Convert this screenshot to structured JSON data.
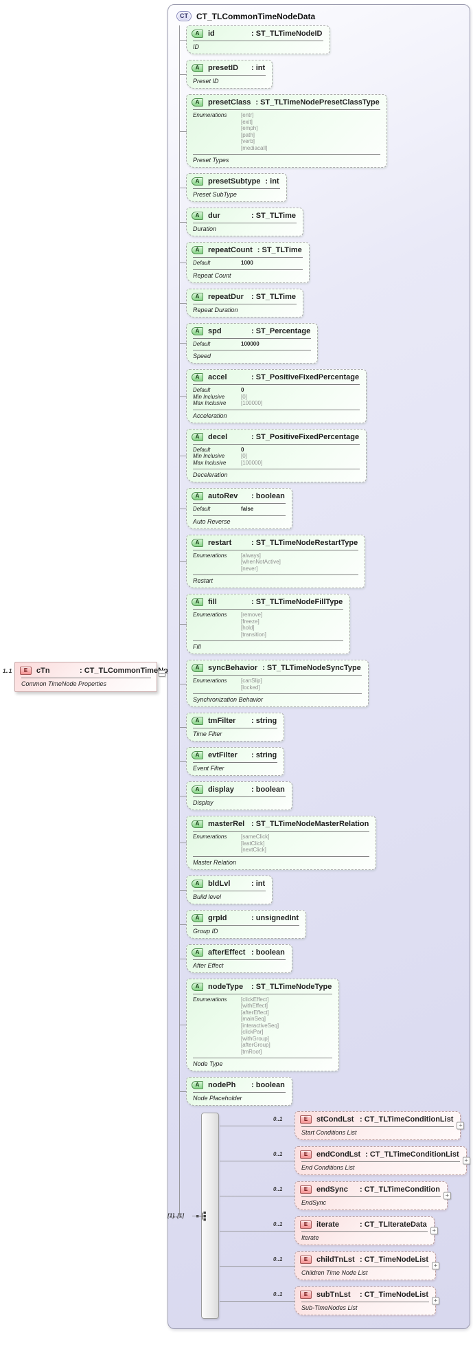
{
  "diagram": {
    "container": {
      "badge": "CT",
      "title": "CT_TLCommonTimeNodeData"
    },
    "left_element": {
      "badge": "E",
      "cardinality": "1..1",
      "name": "cTn",
      "type": ": CT_TLCommonTimeNodeData",
      "description": "Common TimeNode Properties",
      "collapse_glyph": "−"
    },
    "sequence": {
      "cardinality": "[1]..[1]"
    },
    "fact_labels": {
      "default": "Default",
      "enumerations": "Enumerations",
      "min_inclusive": "Min Inclusive",
      "max_inclusive": "Max Inclusive"
    },
    "attributes": [
      {
        "badge": "A",
        "name": "id",
        "type": ": ST_TLTimeNodeID",
        "description": "ID",
        "facts": []
      },
      {
        "badge": "A",
        "name": "presetID",
        "type": ": int",
        "description": "Preset ID",
        "facts": []
      },
      {
        "badge": "A",
        "name": "presetClass",
        "type": ": ST_TLTimeNodePresetClassType",
        "description": "Preset Types",
        "facts": [
          {
            "label": "Enumerations",
            "muted": true,
            "values": [
              "[entr]",
              "[exit]",
              "[emph]",
              "[path]",
              "[verb]",
              "[mediacall]"
            ]
          }
        ]
      },
      {
        "badge": "A",
        "name": "presetSubtype",
        "type": ": int",
        "description": "Preset SubType",
        "facts": []
      },
      {
        "badge": "A",
        "name": "dur",
        "type": ": ST_TLTime",
        "description": "Duration",
        "facts": []
      },
      {
        "badge": "A",
        "name": "repeatCount",
        "type": ": ST_TLTime",
        "description": "Repeat Count",
        "facts": [
          {
            "label": "Default",
            "muted": false,
            "values": [
              "1000"
            ]
          }
        ]
      },
      {
        "badge": "A",
        "name": "repeatDur",
        "type": ": ST_TLTime",
        "description": "Repeat Duration",
        "facts": []
      },
      {
        "badge": "A",
        "name": "spd",
        "type": ": ST_Percentage",
        "description": "Speed",
        "facts": [
          {
            "label": "Default",
            "muted": false,
            "values": [
              "100000"
            ]
          }
        ]
      },
      {
        "badge": "A",
        "name": "accel",
        "type": ": ST_PositiveFixedPercentage",
        "description": "Acceleration",
        "facts": [
          {
            "label": "Default",
            "muted": false,
            "values": [
              "0"
            ]
          },
          {
            "label": "Min Inclusive",
            "muted": true,
            "values": [
              "[0]"
            ]
          },
          {
            "label": "Max Inclusive",
            "muted": true,
            "values": [
              "[100000]"
            ]
          }
        ]
      },
      {
        "badge": "A",
        "name": "decel",
        "type": ": ST_PositiveFixedPercentage",
        "description": "Deceleration",
        "facts": [
          {
            "label": "Default",
            "muted": false,
            "values": [
              "0"
            ]
          },
          {
            "label": "Min Inclusive",
            "muted": true,
            "values": [
              "[0]"
            ]
          },
          {
            "label": "Max Inclusive",
            "muted": true,
            "values": [
              "[100000]"
            ]
          }
        ]
      },
      {
        "badge": "A",
        "name": "autoRev",
        "type": ": boolean",
        "description": "Auto Reverse",
        "facts": [
          {
            "label": "Default",
            "muted": false,
            "values": [
              "false"
            ]
          }
        ]
      },
      {
        "badge": "A",
        "name": "restart",
        "type": ": ST_TLTimeNodeRestartType",
        "description": "Restart",
        "facts": [
          {
            "label": "Enumerations",
            "muted": true,
            "values": [
              "[always]",
              "[whenNotActive]",
              "[never]"
            ]
          }
        ]
      },
      {
        "badge": "A",
        "name": "fill",
        "type": ": ST_TLTimeNodeFillType",
        "description": "Fill",
        "facts": [
          {
            "label": "Enumerations",
            "muted": true,
            "values": [
              "[remove]",
              "[freeze]",
              "[hold]",
              "[transition]"
            ]
          }
        ]
      },
      {
        "badge": "A",
        "name": "syncBehavior",
        "type": ": ST_TLTimeNodeSyncType",
        "description": "Synchronization Behavior",
        "facts": [
          {
            "label": "Enumerations",
            "muted": true,
            "values": [
              "[canSlip]",
              "[locked]"
            ]
          }
        ]
      },
      {
        "badge": "A",
        "name": "tmFilter",
        "type": ": string",
        "description": "Time Filter",
        "facts": []
      },
      {
        "badge": "A",
        "name": "evtFilter",
        "type": ": string",
        "description": "Event Filter",
        "facts": []
      },
      {
        "badge": "A",
        "name": "display",
        "type": ": boolean",
        "description": "Display",
        "facts": []
      },
      {
        "badge": "A",
        "name": "masterRel",
        "type": ": ST_TLTimeNodeMasterRelation",
        "description": "Master Relation",
        "facts": [
          {
            "label": "Enumerations",
            "muted": true,
            "values": [
              "[sameClick]",
              "[lastClick]",
              "[nextClick]"
            ]
          }
        ]
      },
      {
        "badge": "A",
        "name": "bldLvl",
        "type": ": int",
        "description": "Build level",
        "facts": []
      },
      {
        "badge": "A",
        "name": "grpId",
        "type": ": unsignedInt",
        "description": "Group ID",
        "facts": []
      },
      {
        "badge": "A",
        "name": "afterEffect",
        "type": ": boolean",
        "description": "After Effect",
        "facts": []
      },
      {
        "badge": "A",
        "name": "nodeType",
        "type": ": ST_TLTimeNodeType",
        "description": "Node Type",
        "facts": [
          {
            "label": "Enumerations",
            "muted": true,
            "values": [
              "[clickEffect]",
              "[withEffect]",
              "[afterEffect]",
              "[mainSeq]",
              "[interactiveSeq]",
              "[clickPar]",
              "[withGroup]",
              "[afterGroup]",
              "[tmRoot]"
            ]
          }
        ]
      },
      {
        "badge": "A",
        "name": "nodePh",
        "type": ": boolean",
        "description": "Node Placeholder",
        "facts": []
      }
    ],
    "elements": [
      {
        "badge": "E",
        "cardinality": "0..1",
        "name": "stCondLst",
        "type": ": CT_TLTimeConditionList",
        "description": "Start Conditions List",
        "expander": "+"
      },
      {
        "badge": "E",
        "cardinality": "0..1",
        "name": "endCondLst",
        "type": ": CT_TLTimeConditionList",
        "description": "End Conditions List",
        "expander": "+"
      },
      {
        "badge": "E",
        "cardinality": "0..1",
        "name": "endSync",
        "type": ": CT_TLTimeCondition",
        "description": "EndSync",
        "expander": "+"
      },
      {
        "badge": "E",
        "cardinality": "0..1",
        "name": "iterate",
        "type": ": CT_TLIterateData",
        "description": "Iterate",
        "expander": "+"
      },
      {
        "badge": "E",
        "cardinality": "0..1",
        "name": "childTnLst",
        "type": ": CT_TimeNodeList",
        "description": "Children Time Node List",
        "expander": "+"
      },
      {
        "badge": "E",
        "cardinality": "0..1",
        "name": "subTnLst",
        "type": ": CT_TimeNodeList",
        "description": "Sub-TimeNodes List",
        "expander": "+"
      }
    ],
    "colors": {
      "container_fill": "#dedef2",
      "attribute_fill": "#e3f9e3",
      "element_fill": "#fbdfdf",
      "attribute_badge": "#8ad58a",
      "element_badge": "#f39292",
      "ct_badge_border": "#8585bb",
      "connector": "#98989c"
    }
  }
}
